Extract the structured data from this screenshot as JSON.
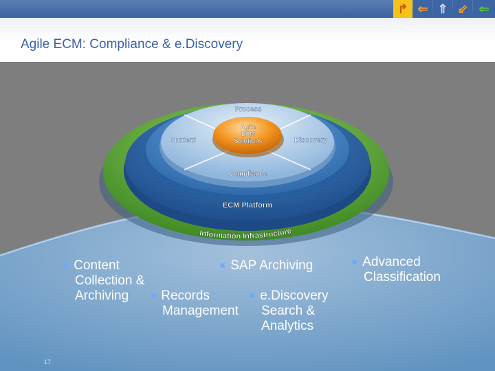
{
  "slide": {
    "title": "Agile ECM: Compliance & e.Discovery",
    "page_number": "17"
  },
  "nav_icons": [
    "arrow-icon",
    "back-arrow-icon",
    "up-arrow-icon",
    "diagonal-arrow-icon",
    "forward-arrow-icon"
  ],
  "diagram": {
    "center_label": [
      "Agile",
      "ECM",
      "Solutions"
    ],
    "quadrants": {
      "top": "Process",
      "left": "Content",
      "right": "Discovery",
      "bottom": "Compliance"
    },
    "ring_platform": "ECM Platform",
    "ring_infrastructure": "Information Infrastructure"
  },
  "bullets": {
    "content": [
      "Content",
      "Collection &",
      "Archiving"
    ],
    "sap": "SAP Archiving",
    "records": [
      "Records",
      "Management"
    ],
    "ediscovery": [
      "e.Discovery",
      "Search &",
      "Analytics"
    ],
    "advanced": [
      "Advanced",
      "Classification"
    ]
  },
  "colors": {
    "accent_blue": "#3a61a8",
    "bullet_dot": "#6fa7ff",
    "green_ring": "#5ea633",
    "orange_center": "#f08a1c"
  }
}
